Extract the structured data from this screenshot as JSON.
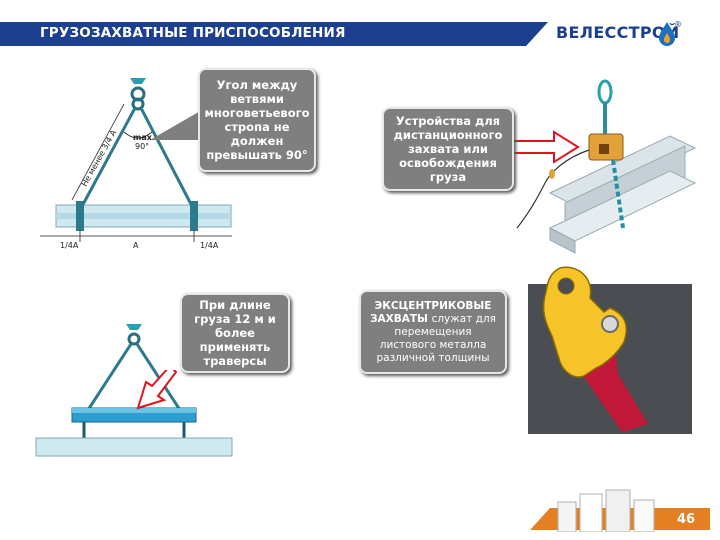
{
  "header": {
    "title": "ГРУЗОЗАХВАТНЫЕ ПРИСПОСОБЛЕНИЯ"
  },
  "logo": {
    "text": "ВЕЛЕССТРОЙ",
    "reg": "®"
  },
  "callouts": {
    "angle": "Угол между ветвями многоветьевого стропа не должен превышать 90°",
    "remote": "Устройства для дистанционного захвата или освобождения груза",
    "traverse": "При длине груза 12 м и более применять траверсы",
    "eccentric_bold": "ЭКСЦЕНТРИКОВЫЕ ЗАХВАТЫ",
    "eccentric_rest": "служат для перемещения листового металла различной толщины"
  },
  "diagram1": {
    "side_label": "Не менее 3/4 А",
    "angle_label_1": "max",
    "angle_label_2": "90°",
    "dim_left": "1/4A",
    "dim_center": "A",
    "dim_right": "1/4A"
  },
  "page": {
    "number": "46"
  },
  "colors": {
    "brand_blue": "#1d3f8f",
    "accent_orange": "#e47f22",
    "callout_gray": "#7f7f7f",
    "arrow_red": "#e0141e"
  }
}
